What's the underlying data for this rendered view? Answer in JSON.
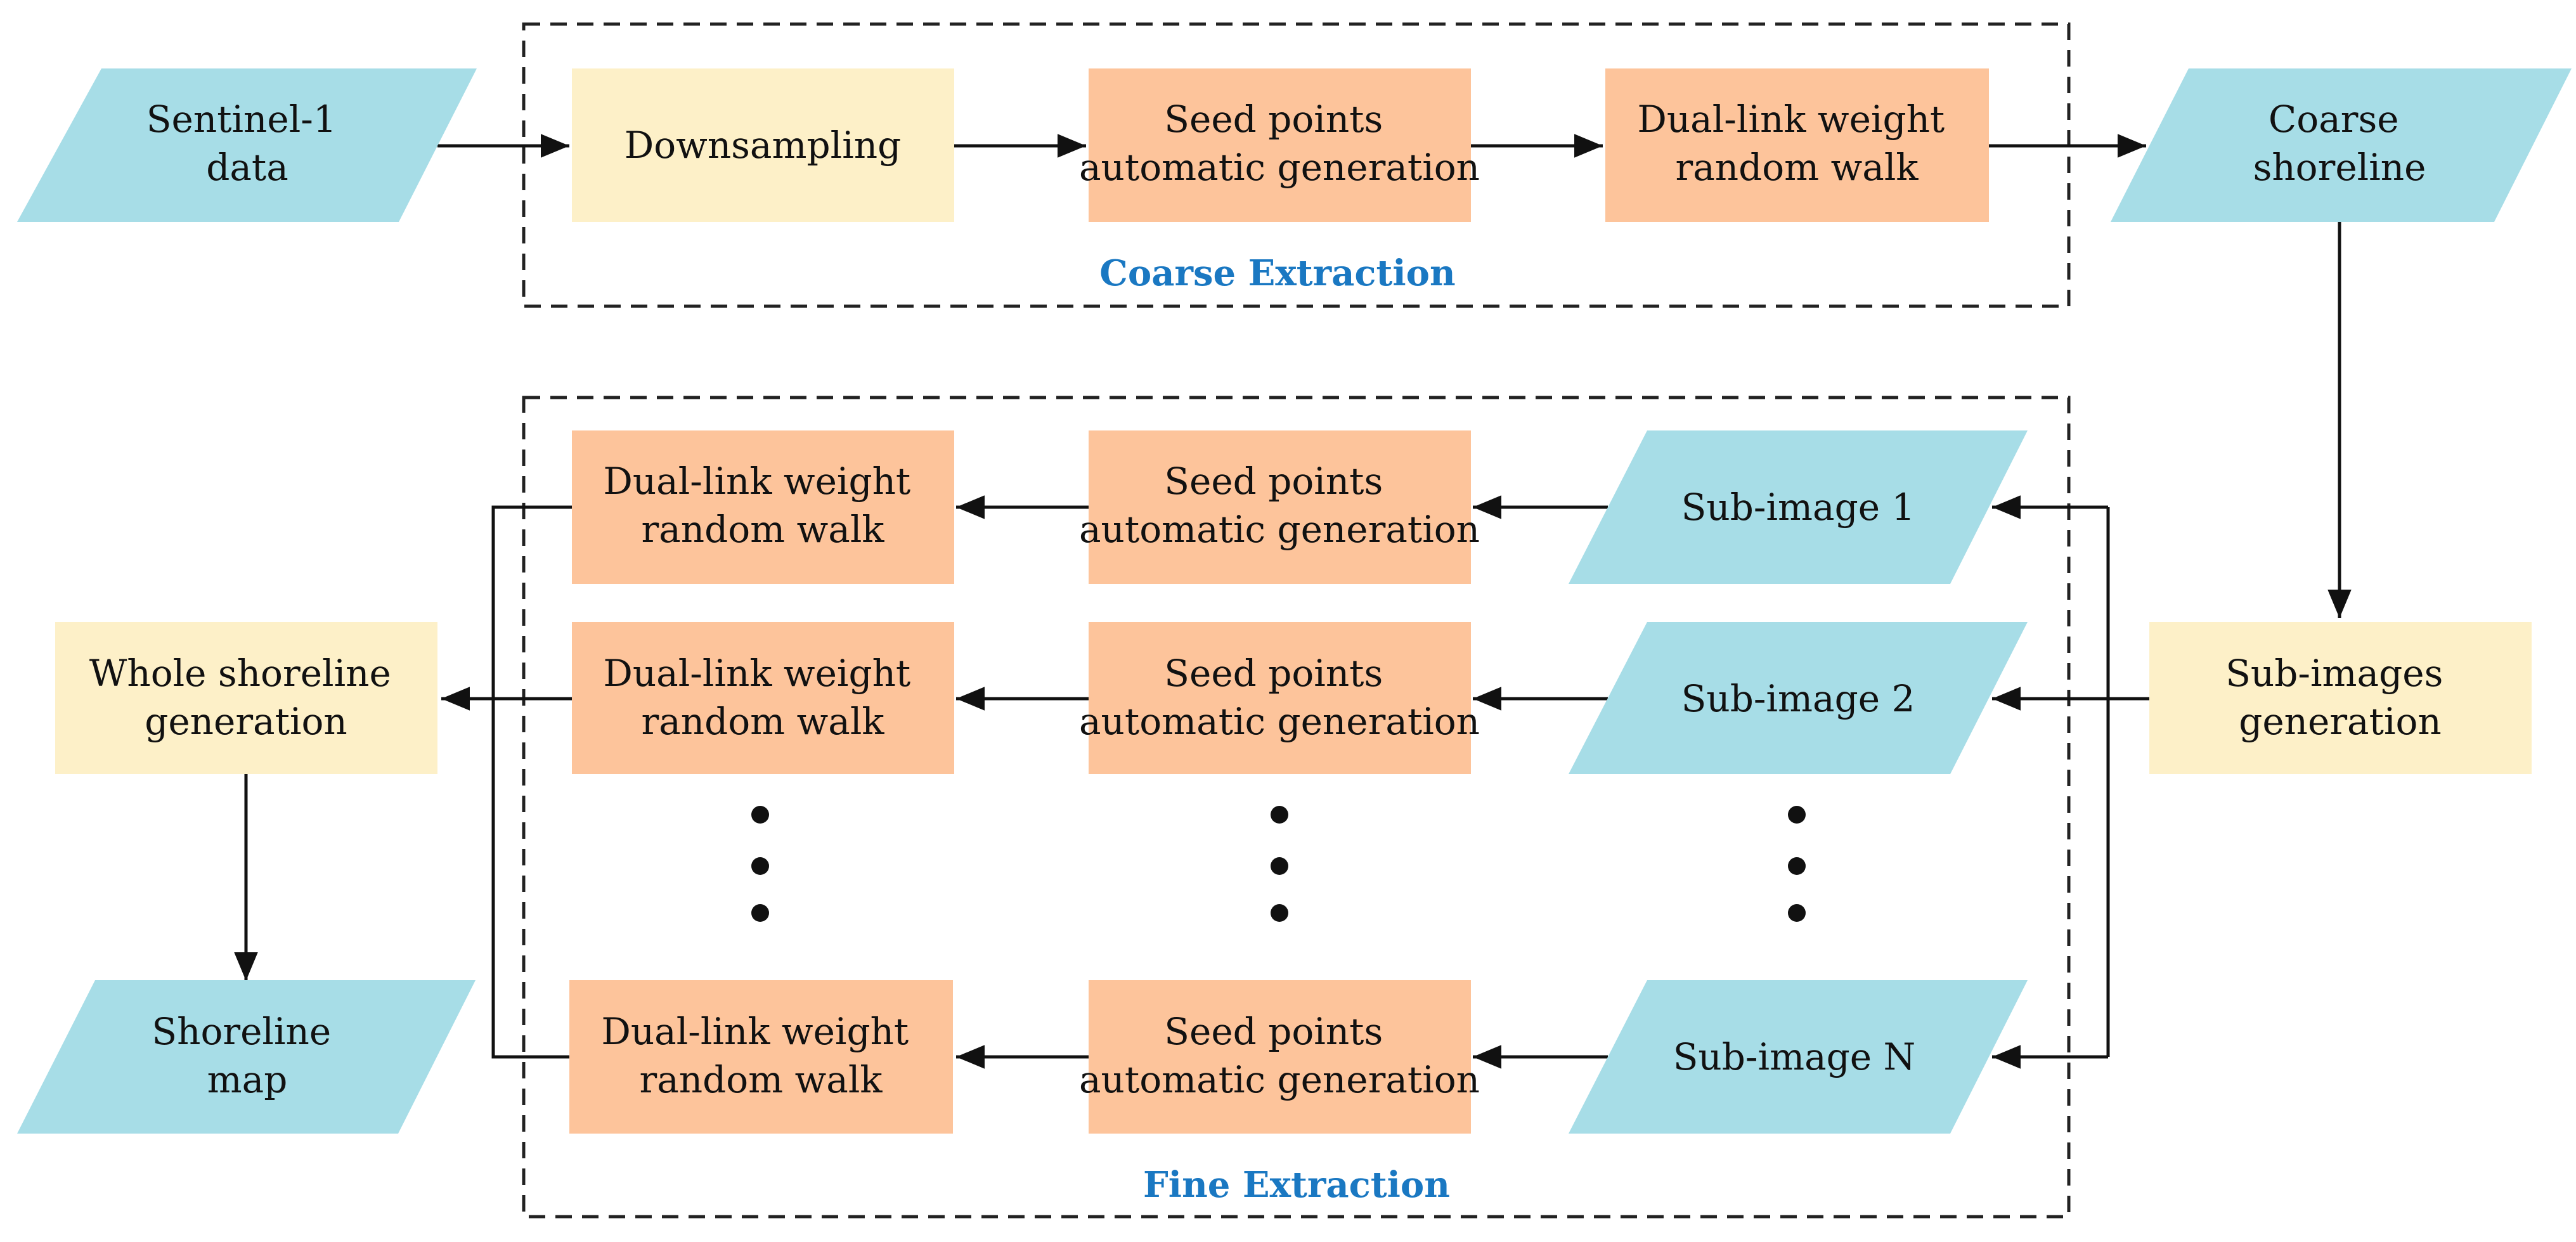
{
  "colors": {
    "data_node": "#a7dde7",
    "process_light": "#fdf0c8",
    "process_orange": "#fdc49b",
    "group_label": "#1a78c2",
    "line": "#111111"
  },
  "groups": {
    "coarse": {
      "label": "Coarse Extraction"
    },
    "fine": {
      "label": "Fine Extraction"
    }
  },
  "nodes": {
    "sentinel": {
      "shape": "parallelogram",
      "lines": [
        "Sentinel-1",
        "data"
      ]
    },
    "downsampling": {
      "shape": "rect-light",
      "lines": [
        "Downsampling"
      ]
    },
    "seed_coarse": {
      "shape": "rect-orange",
      "lines": [
        "Seed points",
        "automatic generation"
      ]
    },
    "walk_coarse": {
      "shape": "rect-orange",
      "lines": [
        "Dual-link weight",
        "random walk"
      ]
    },
    "coarse_shoreline": {
      "shape": "parallelogram",
      "lines": [
        "Coarse",
        "shoreline"
      ]
    },
    "subimages_gen": {
      "shape": "rect-light",
      "lines": [
        "Sub-images",
        "generation"
      ]
    },
    "sub1": {
      "shape": "parallelogram",
      "lines": [
        "Sub-image 1"
      ]
    },
    "sub2": {
      "shape": "parallelogram",
      "lines": [
        "Sub-image 2"
      ]
    },
    "subN": {
      "shape": "parallelogram",
      "lines": [
        "Sub-image N"
      ]
    },
    "seed1": {
      "shape": "rect-orange",
      "lines": [
        "Seed points",
        "automatic generation"
      ]
    },
    "seed2": {
      "shape": "rect-orange",
      "lines": [
        "Seed points",
        "automatic generation"
      ]
    },
    "seedN": {
      "shape": "rect-orange",
      "lines": [
        "Seed points",
        "automatic generation"
      ]
    },
    "walk1": {
      "shape": "rect-orange",
      "lines": [
        "Dual-link weight",
        "random walk"
      ]
    },
    "walk2": {
      "shape": "rect-orange",
      "lines": [
        "Dual-link weight",
        "random walk"
      ]
    },
    "walkN": {
      "shape": "rect-orange",
      "lines": [
        "Dual-link weight",
        "random walk"
      ]
    },
    "whole": {
      "shape": "rect-light",
      "lines": [
        "Whole shoreline",
        "generation"
      ]
    },
    "map": {
      "shape": "parallelogram",
      "lines": [
        "Shoreline",
        "map"
      ]
    }
  },
  "edges": [
    [
      "sentinel",
      "downsampling"
    ],
    [
      "downsampling",
      "seed_coarse"
    ],
    [
      "seed_coarse",
      "walk_coarse"
    ],
    [
      "walk_coarse",
      "coarse_shoreline"
    ],
    [
      "coarse_shoreline",
      "subimages_gen"
    ],
    [
      "subimages_gen",
      "sub1"
    ],
    [
      "subimages_gen",
      "sub2"
    ],
    [
      "subimages_gen",
      "subN"
    ],
    [
      "sub1",
      "seed1"
    ],
    [
      "sub2",
      "seed2"
    ],
    [
      "subN",
      "seedN"
    ],
    [
      "seed1",
      "walk1"
    ],
    [
      "seed2",
      "walk2"
    ],
    [
      "seedN",
      "walkN"
    ],
    [
      "walk1",
      "whole"
    ],
    [
      "walk2",
      "whole"
    ],
    [
      "walkN",
      "whole"
    ],
    [
      "whole",
      "map"
    ]
  ]
}
